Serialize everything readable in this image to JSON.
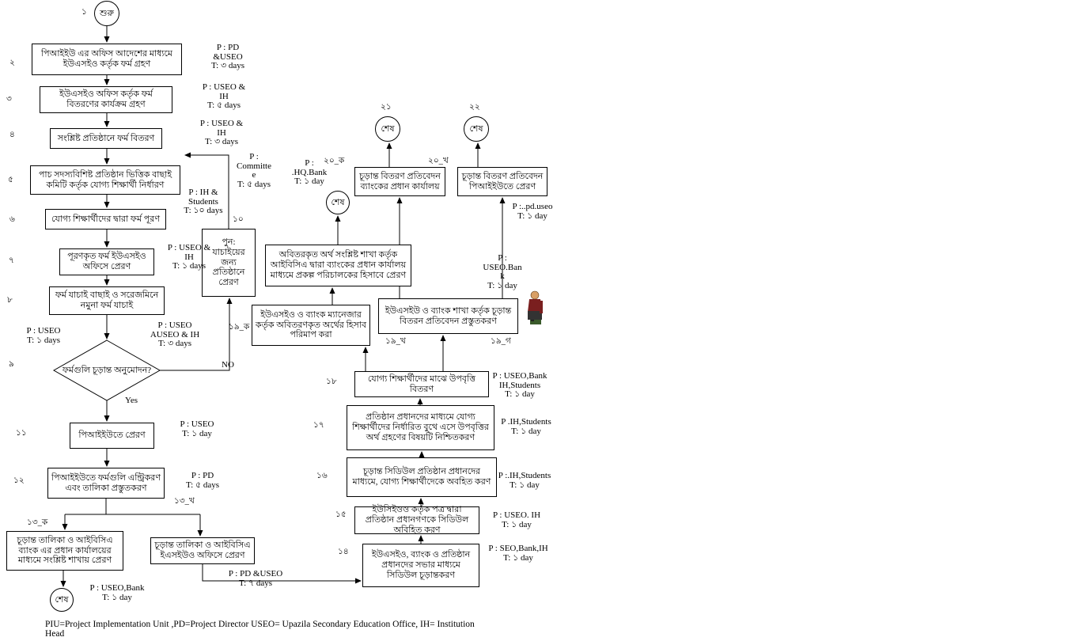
{
  "terminals": {
    "start": "শুরু",
    "end": "শেষ"
  },
  "decision": {
    "q9": "ফর্মগুলি চূড়ান্ত অনুমোদন?",
    "yes": "Yes",
    "no": "NO"
  },
  "nodes": {
    "n2": "পিআইইউ এর অফিস  আদেশের মাধ্যমে ইউএসইও কর্তৃক ফর্ম গ্রহণ",
    "n3": "ইউএসইও অফিস কর্তৃক ফর্ম বিতরণের কার্যক্রম গ্রহণ",
    "n4": "সংশ্লিষ্ট প্রতিষ্ঠানে ফর্ম বিতরণ",
    "n5": "পাচ সদস্যবিশিষ্ট প্রতিষ্ঠান ভিত্তিক বাছাই কমিটি কর্তৃক যোগ্য শিক্ষার্থী নির্ধারণ",
    "n6": "যোগ্য শিক্ষার্থীদের দ্বারা ফর্ম পূরণ",
    "n7": "পূরণকৃত ফর্ম ইউএসইও অফিসে প্রেরণ",
    "n8": "ফর্ম যাচাই বাছাই ও  সরেজমিনে নমুনা ফর্ম যাচাই",
    "n10": "পুন: যাচাইয়ের জন্য প্রতিষ্ঠানে প্রেরণ",
    "n11": "পিআইইউতে  প্রেরণ",
    "n12": "পিআইইউতে ফর্মগুলি এন্ট্রিকরণ এবং তালিকা প্রস্তুতকরণ",
    "n13a": "চূড়ান্ত তালিকা ও আইবিসিএ ব্যাংক এর প্রধান কার্যালয়ের মাধ্যমে সংশ্লিষ্ট শাখায়  প্রেরণ",
    "n13b": "চূড়ান্ত তালিকা ও আইবিসিএ ইএসইউও অফিসে প্রেরণ",
    "n14": "ইউএসইও, ব্যাংক ও প্রতিষ্ঠান প্রধানদের সভার মাধ্যমে সিডিউল চূড়ান্তকরণ",
    "n15": "ইউসিইওও কর্তৃক পত্র দ্বারা প্রতিষ্ঠান প্রধানগণকে সিডিউল অবিহিত করণ",
    "n16": "চূড়ান্ত সিডিউল প্রতিষ্ঠান প্রধানদের মাধ্যমে, যোগ্য শিক্ষার্থীদেকে অবহিত করণ",
    "n17": "প্রতিষ্ঠান প্রধানদের মাধ্যমে যোগ্য শিক্ষার্থীদের নির্ধারিত বুথে এসে উপবৃত্তির অর্থ গ্রহণের বিষয়টি নিশ্চিতকরণ",
    "n18": "যোগ্য শিক্ষার্থীদের মাঝে উপবৃত্তি বিতরণ",
    "n19a": "ইউএসইও ও  ব্যাংক ম্যানেজার কর্তৃক অবিতরণকৃত অর্থের হিসাব পরিমাপ করা",
    "n19bc": "ইউএসইউ ও ব্যাংক শাখা কর্তৃক চূড়ান্ত বিতরন প্রতিবেদন প্রস্তুতকরণ",
    "nUn": "অবিতরকৃত অর্থ সংশ্লিষ্ট শাখা কর্তৃক আইবিসিএ  দ্বারা ব্যাংকের প্রধান কার্যালয় মাধ্যমে প্রকল্প পরিচালকের হিসাবে প্রেরণ",
    "n20a": "চূড়ান্ত বিতরণ প্রতিবেদন ব্যাংকের প্রধান কার্যালয়",
    "n20b": "চূড়ান্ত বিতরণ প্রতিবেদন পিআইইউতে প্রেরণ"
  },
  "steps": {
    "s1": "১",
    "s2": "২",
    "s3": "৩",
    "s4": "৪",
    "s5": "৫",
    "s6": "৬",
    "s7": "৭",
    "s8": "৮",
    "s9": "৯",
    "s10": "১০",
    "s11": "১১",
    "s12": "১২",
    "s13a": "১৩_ক",
    "s13b": "১৩_খ",
    "s14": "১৪",
    "s15": "১৫",
    "s16": "১৬",
    "s17": "১৭",
    "s18": "১৮",
    "s19a": "১৯_ক",
    "s19b": "১৯_খ",
    "s19c": "১৯_গ",
    "s20a": "২০_ক",
    "s20b": "২০_খ",
    "s21": "২১",
    "s22": "২২"
  },
  "annotations": {
    "a2": "P : PD\n&USEO\nT: ৩ days",
    "a3": "P : USEO &\nIH\nT: ৫ days",
    "a4": "P : USEO &\nIH\nT: ৩ days",
    "a5": "P :\nCommitte\ne\nT: ৫ days",
    "a6": "P : IH &\nStudents\nT: ১০ days",
    "a7": "P : USEO &\nIH\nT: ১ days",
    "a8": "P : USEO\nAUSEO & IH\nT: ৩ days",
    "a9": "P : USEO\nT: ১ days",
    "a11": "P : USEO\nT: ১ day",
    "a12": "P : PD\nT: ৫ days",
    "a13a": "P : USEO,Bank\nT: ১ day",
    "a13b": "P : PD &USEO\nT: ৭ days",
    "a14": "P : SEO,Bank,IH\nT: ১ day",
    "a15": "P : USEO. IH\nT: ১ day",
    "a16": "P :.IH,Students\nT: ১ day",
    "a17": "P .IH,Students\nT: ১ day",
    "a18": "P : USEO,Bank\nIH,Students\nT: ১ day",
    "a19bc": "P :\nUSEO.Ban\nk\nT: ১ day",
    "aHQ": "P :\n.HQ.Bank\nT: ১ day",
    "a20b": "P :..pd.useo\nT: ১ day"
  },
  "legend": {
    "line1": "PIU=Project Implementation Unit ,PD=Project Director USEO= Upazila Secondary Education Office, IH= Institution",
    "line2": "Head"
  }
}
